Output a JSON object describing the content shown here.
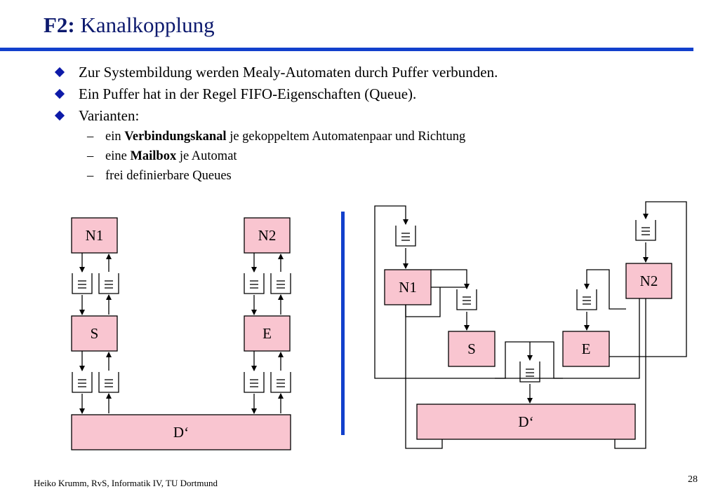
{
  "slide": {
    "title_bold": "F2:",
    "title_rest": "Kanalkopplung",
    "bullets": [
      "Zur Systembildung werden Mealy-Automaten durch Puffer verbunden.",
      "Ein Puffer hat in der Regel FIFO-Eigenschaften (Queue).",
      "Varianten:"
    ],
    "sub_items": [
      {
        "dash": "–",
        "pre": "ein ",
        "bold": "Verbindungskanal",
        "post": " je gekoppeltem Automatenpaar und Richtung"
      },
      {
        "dash": "–",
        "pre": "eine ",
        "bold": "Mailbox",
        "post": " je Automat"
      },
      {
        "dash": "–",
        "pre": "frei definierbare Queues",
        "bold": "",
        "post": ""
      }
    ],
    "footer": "Heiko Krumm, RvS, Informatik IV, TU Dortmund",
    "page_number": "28"
  },
  "diagram_left": {
    "boxes": {
      "n1": "N1",
      "n2": "N2",
      "s": "S",
      "e": "E",
      "d": "D‘"
    }
  },
  "diagram_right": {
    "boxes": {
      "n1": "N1",
      "n2": "N2",
      "s": "S",
      "e": "E",
      "d": "D‘"
    }
  },
  "colors": {
    "title": "#0d1a6e",
    "rule": "#1240cc",
    "bullet": "#0d1aa8",
    "box_fill": "#f9c5d0",
    "divider": "#1240cc"
  }
}
